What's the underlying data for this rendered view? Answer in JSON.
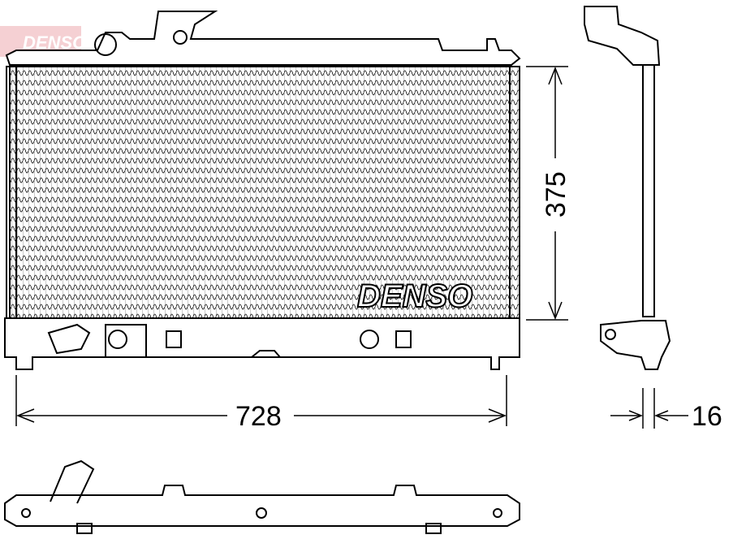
{
  "watermark": {
    "text": "DENSO",
    "color": "#e8a0a8"
  },
  "brand_logo": "DENSO",
  "dimensions": {
    "width": "728",
    "height": "375",
    "depth": "16"
  },
  "views": [
    "front-view",
    "side-view",
    "bottom-view"
  ]
}
